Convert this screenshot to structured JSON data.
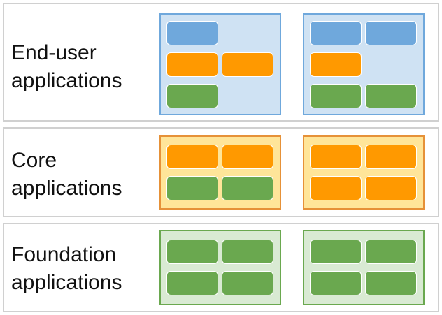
{
  "colors": {
    "blue_tile": "#6fa8dc",
    "orange_tile": "#ff9900",
    "green_tile": "#6aa84f",
    "blue_panel_fill": "#cfe2f3",
    "blue_panel_border": "#6fa8dc",
    "orange_panel_fill": "#ffe599",
    "orange_panel_border": "#e69138",
    "green_panel_fill": "#d9ead3",
    "green_panel_border": "#6aa84f"
  },
  "layers": [
    {
      "label": "End-user\napplications",
      "theme": "blue",
      "panels": [
        [
          [
            "blue",
            null
          ],
          [
            "orange",
            "orange"
          ],
          [
            "green",
            null
          ]
        ],
        [
          [
            "blue",
            "blue"
          ],
          [
            "orange",
            null
          ],
          [
            "green",
            "green"
          ]
        ]
      ]
    },
    {
      "label": "Core\napplications",
      "theme": "orange",
      "panels": [
        [
          [
            "orange",
            "orange"
          ],
          [
            "green",
            "green"
          ]
        ],
        [
          [
            "orange",
            "orange"
          ],
          [
            "orange",
            "orange"
          ]
        ]
      ]
    },
    {
      "label": "Foundation\napplications",
      "theme": "green",
      "panels": [
        [
          [
            "green",
            "green"
          ],
          [
            "green",
            "green"
          ]
        ],
        [
          [
            "green",
            "green"
          ],
          [
            "green",
            "green"
          ]
        ]
      ]
    }
  ]
}
